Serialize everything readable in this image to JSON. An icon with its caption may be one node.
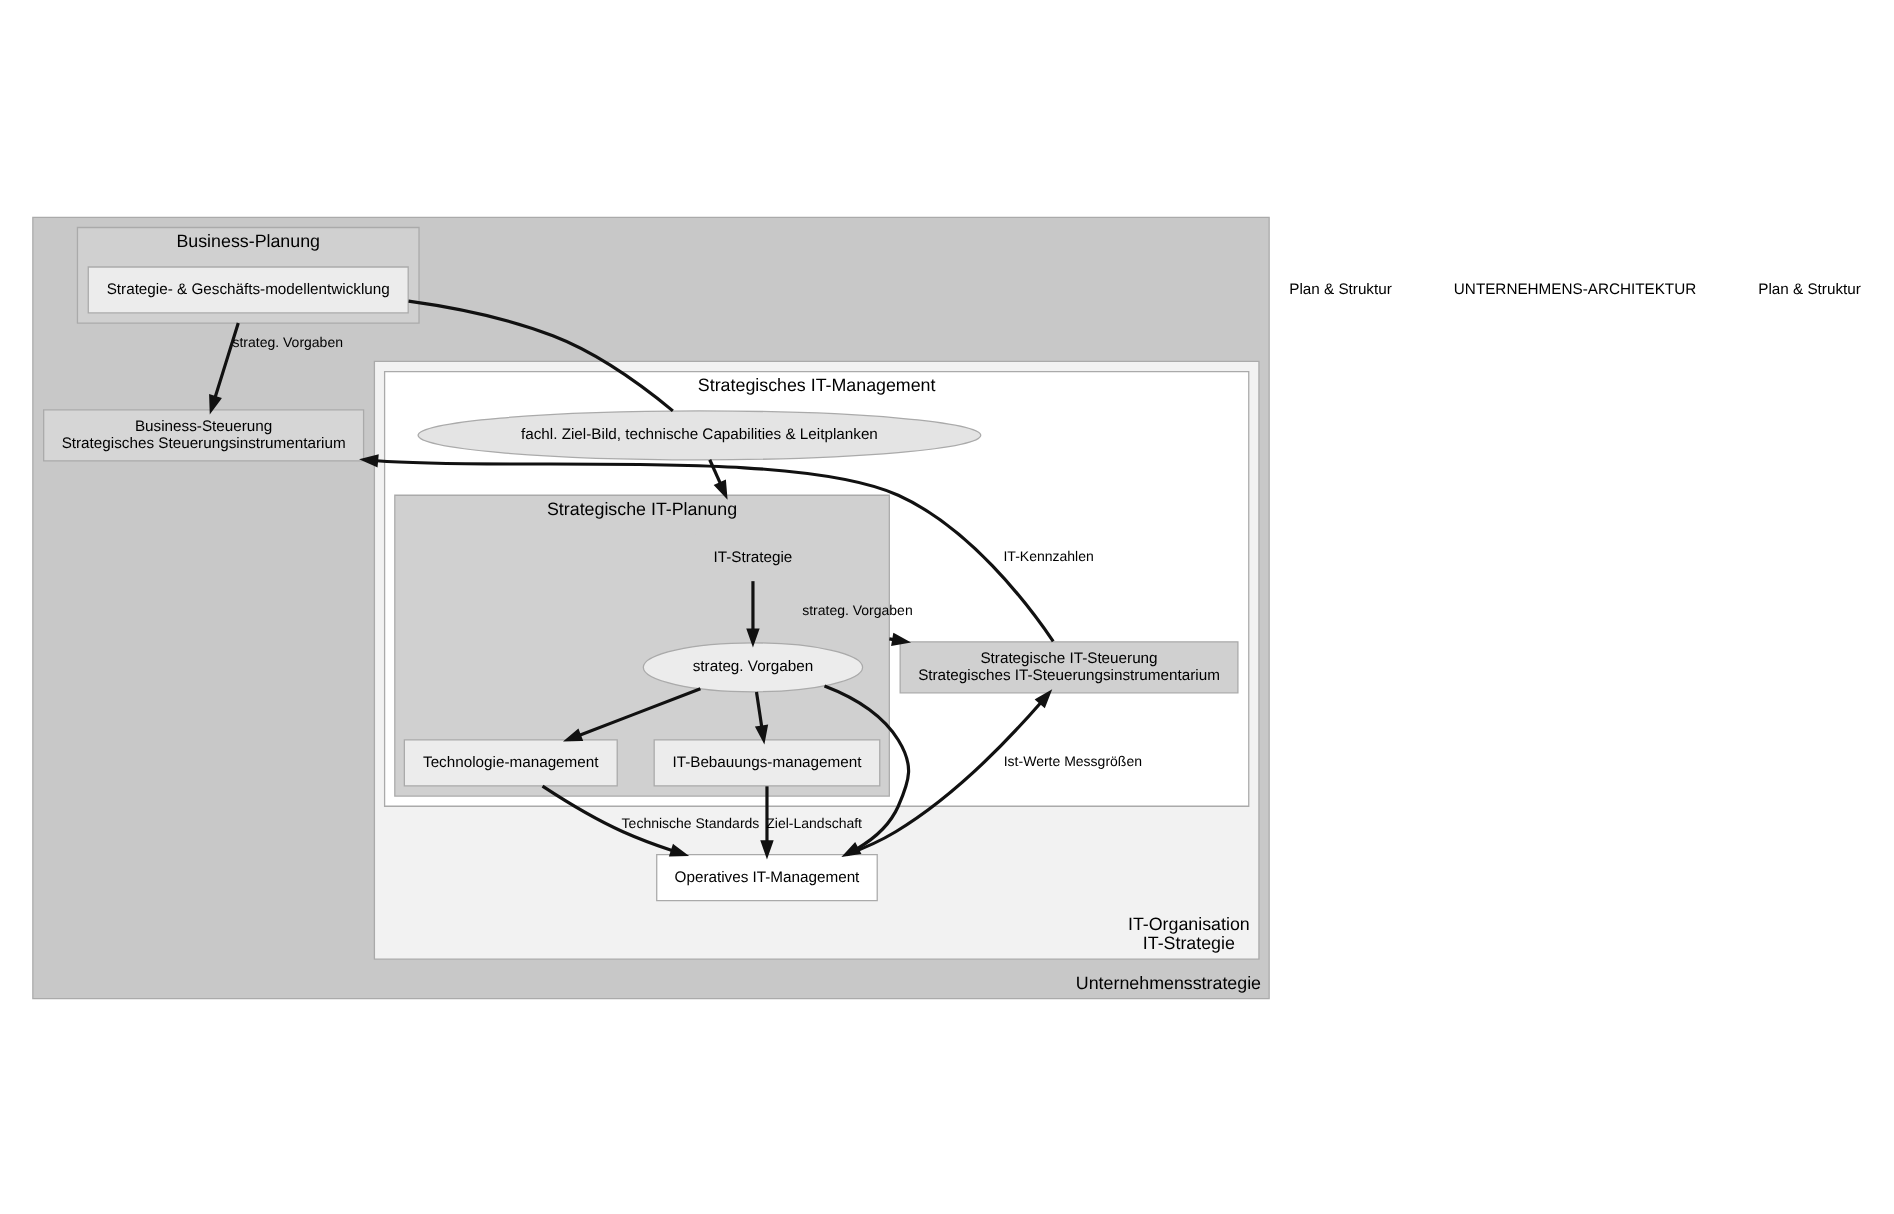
{
  "diagram": {
    "nodes": [
      {
        "text": [
          "Unternehmensstrategie"
        ]
      },
      {
        "text": [
          "Business-Planung"
        ],
        "in": 0
      },
      {
        "text": [
          "Strategie- & Geschäfts-modellentwicklung"
        ],
        "in": 1
      },
      {
        "text": [
          "Business-Steuerung",
          "Strategisches Steuerungsinstrumentarium"
        ],
        "in": 0
      },
      {
        "text": [
          "IT-Organisation",
          "IT-Strategie"
        ],
        "in": 0
      },
      {
        "text": [
          "Strategisches IT-Management"
        ],
        "in": 4
      },
      {
        "text": [
          "fachl. Ziel-Bild, technische Capabilities & Leitplanken"
        ],
        "in": 5
      },
      {
        "text": [
          "Strategische IT-Planung"
        ],
        "in": 5
      },
      {
        "text": [
          "IT-Strategie"
        ],
        "in": 7
      },
      {
        "text": [
          "strateg. Vorgaben"
        ],
        "in": 7
      },
      {
        "text": [
          "Technologie-management"
        ],
        "in": 7
      },
      {
        "text": [
          "IT-Bebauungs-management"
        ],
        "in": 7
      },
      {
        "text": [
          "Strategische IT-Steuerung",
          "Strategisches IT-Steuerungsinstrumentarium"
        ],
        "in": 5
      },
      {
        "text": [
          "Operatives IT-Management"
        ],
        "in": 4
      }
    ],
    "edges": [
      {
        "from": 1,
        "to": 3,
        "arrow": "to",
        "label": "strateg. Vorgaben"
      },
      {
        "from": 2,
        "to": 6,
        "arrow": "none"
      },
      {
        "from": 6,
        "to": 7,
        "arrow": "to"
      },
      {
        "from": 8,
        "to": 9,
        "arrow": "to"
      },
      {
        "from": 9,
        "to": 10,
        "arrow": "to"
      },
      {
        "from": 9,
        "to": 11,
        "arrow": "to"
      },
      {
        "from": 7,
        "to": 12,
        "arrow": "to",
        "label": "strateg. Vorgaben"
      },
      {
        "from": 12,
        "to": 3,
        "arrow": "to",
        "label": "IT-Kennzahlen"
      },
      {
        "from": 10,
        "to": 13,
        "arrow": "to",
        "label": "Technische Standards"
      },
      {
        "from": 9,
        "to": 13,
        "arrow": "to"
      },
      {
        "from": 11,
        "to": 13,
        "arrow": "to",
        "label": "Ziel-Landschaft"
      },
      {
        "from": 13,
        "to": 12,
        "arrow": "to",
        "label": "Ist-Werte Messgrößen"
      }
    ],
    "labels": [
      "Plan & Struktur",
      "UNTERNEHMENS-ARCHITEKTUR",
      "Plan & Struktur"
    ]
  }
}
